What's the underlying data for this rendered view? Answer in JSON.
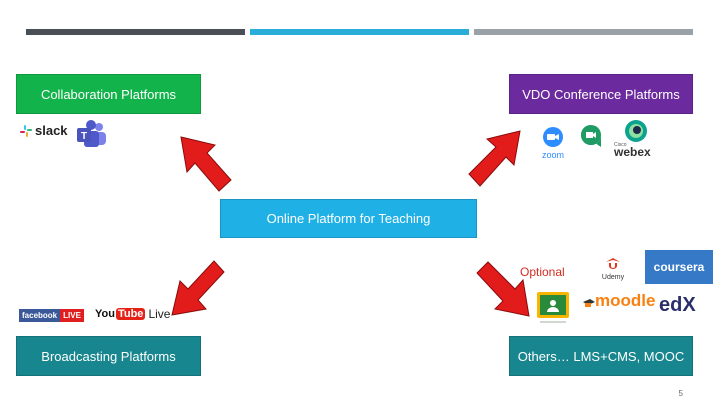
{
  "colors": {
    "bar_dark": "#4a4f55",
    "bar_blue": "#2aaed9",
    "bar_gray": "#9aa2a8",
    "collab": "#12b34a",
    "vdo": "#6b2a9d",
    "center": "#1fb0e5",
    "teal": "#17868f",
    "arrow": "#e21b1b"
  },
  "boxes": {
    "collaboration": "Collaboration Platforms",
    "vdo_conference": "VDO Conference Platforms",
    "center": "Online Platform for Teaching",
    "broadcasting": "Broadcasting Platforms",
    "others": "Others… LMS+CMS, MOOC"
  },
  "logos": {
    "slack": "slack",
    "zoom": "zoom",
    "webex_cisco": "Cisco",
    "webex": "webex",
    "facebook": "facebook",
    "facebook_live": "LIVE",
    "youtube_you": "You",
    "youtube_tube": "Tube",
    "youtube_live": "Live",
    "udemy": "Udemy",
    "coursera": "coursera",
    "moodle": "moodle",
    "edx": "edX"
  },
  "optional_label": "Optional",
  "page_number": "5"
}
